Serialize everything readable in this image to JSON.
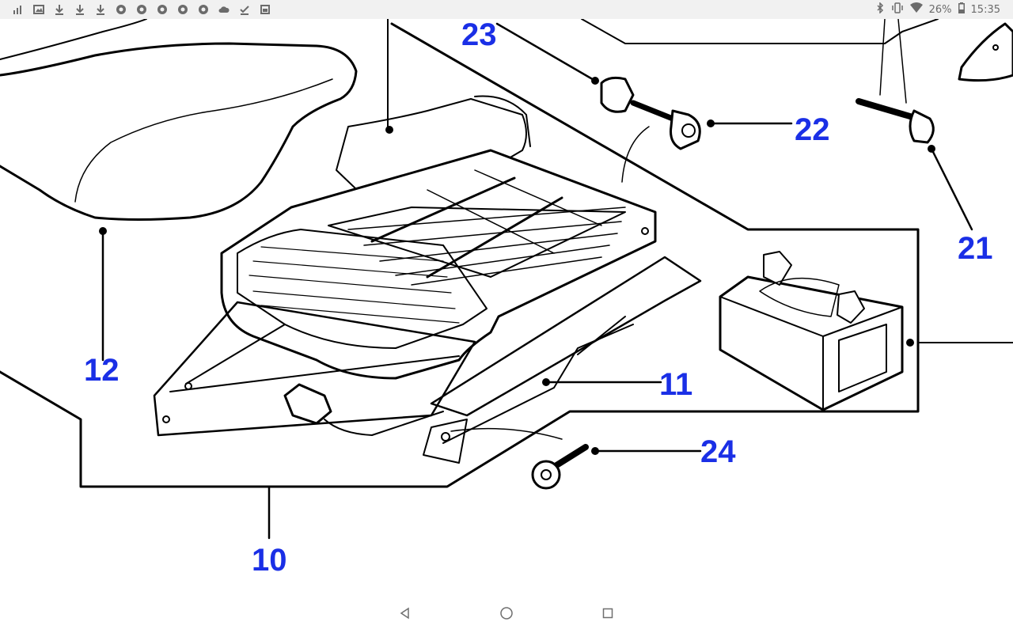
{
  "status_bar": {
    "left_icons": [
      "signal-bars-icon",
      "image-icon",
      "download-icon",
      "download-icon",
      "download-icon",
      "chrome-icon",
      "chrome-icon",
      "chrome-icon",
      "chrome-icon",
      "chrome-icon",
      "cloud-icon",
      "check-icon",
      "gallery-icon"
    ],
    "right_icons": [
      "bluetooth-icon",
      "vibrate-icon",
      "wifi-icon",
      "battery-icon"
    ],
    "battery": "26%",
    "time": "15:35"
  },
  "diagram": {
    "callouts": {
      "c23": "23",
      "c22": "22",
      "c21": "21",
      "c12": "12",
      "c11": "11",
      "c24": "24",
      "c10": "10"
    },
    "label_color": "#1a2fe6"
  },
  "nav_bar": {
    "buttons": [
      "back-icon",
      "home-icon",
      "recents-icon"
    ]
  }
}
